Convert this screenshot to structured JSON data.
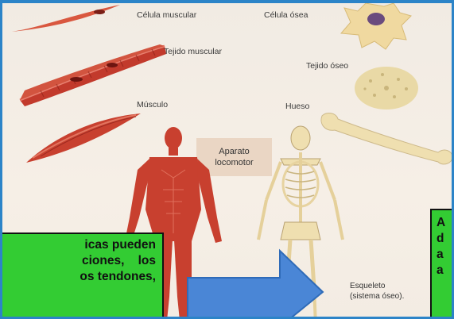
{
  "labels": {
    "muscle_cell": "Célula muscular",
    "bone_cell": "Célula ósea",
    "muscle_tissue": "Tejido muscular",
    "bone_tissue": "Tejido óseo",
    "muscle": "Músculo",
    "bone": "Hueso",
    "system_line1": "Aparato",
    "system_line2": "locomotor",
    "skeleton_line1": "Esqueleto",
    "skeleton_line2": "(sistema óseo)."
  },
  "left_box": {
    "lines": [
      "icas pueden",
      "ciones,    los",
      "os tendones,"
    ]
  },
  "right_box": {
    "lines": [
      "A",
      "d",
      "a",
      "a"
    ]
  },
  "colors": {
    "border": "#2c84c8",
    "callout_green": "#33cc33",
    "arrow_blue": "#4a86d6",
    "muscle_red": "#c8402f",
    "bone_cream": "#efdfb0"
  }
}
